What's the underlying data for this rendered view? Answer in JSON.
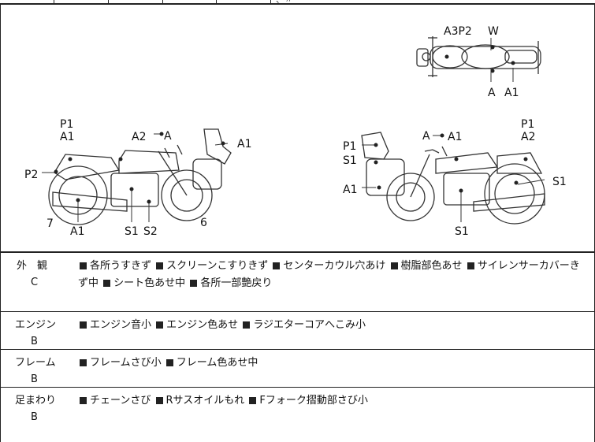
{
  "top_fragment": "、〃",
  "labels": {
    "A3P2": "A3P2",
    "W": "W",
    "A": "A",
    "A1": "A1",
    "A2": "A2",
    "P1": "P1",
    "P2": "P2",
    "S1": "S1",
    "S2": "S2",
    "n7": "7",
    "n6": "6"
  },
  "rows": [
    {
      "head1": "外　観",
      "head2": "C",
      "items": [
        "各所うすきず",
        "スクリーンこすりきず",
        "センターカウル穴あけ",
        "樹脂部色あせ",
        "サイレンサーカバーきず中",
        "シート色あせ中",
        "各所一部艶戻り"
      ]
    },
    {
      "head1": "エンジン",
      "head2": "B",
      "items": [
        "エンジン音小",
        "エンジン色あせ",
        "ラジエターコアへこみ小"
      ]
    },
    {
      "head1": "フレーム",
      "head2": "B",
      "items": [
        "フレームさび小",
        "フレーム色あせ中"
      ]
    },
    {
      "head1": "足まわり",
      "head2": "B",
      "items": [
        "チェーンさび",
        "Rサスオイルもれ",
        "Fフォーク摺動部さび小"
      ]
    }
  ]
}
